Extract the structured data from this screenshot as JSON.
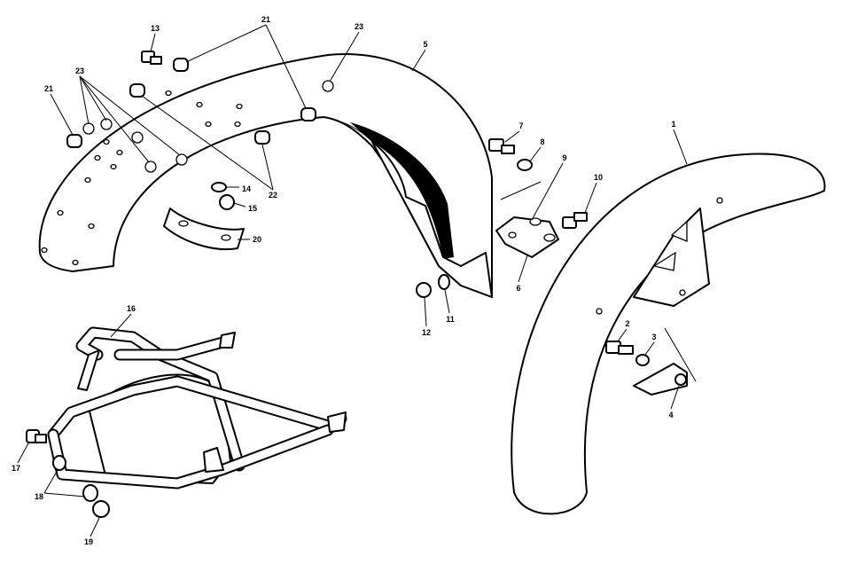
{
  "diagram": {
    "type": "exploded parts diagram",
    "labels": {
      "p1": "1",
      "p2": "2",
      "p3": "3",
      "p4": "4",
      "p5": "5",
      "p6": "6",
      "p7": "7",
      "p8": "8",
      "p9": "9",
      "p10": "10",
      "p11": "11",
      "p12": "12",
      "p13": "13",
      "p14": "14",
      "p15": "15",
      "p16": "16",
      "p17": "17",
      "p18": "18",
      "p19": "19",
      "p20": "20",
      "p21a": "21",
      "p21b": "21",
      "p22": "22",
      "p23a": "23",
      "p23b": "23"
    }
  }
}
